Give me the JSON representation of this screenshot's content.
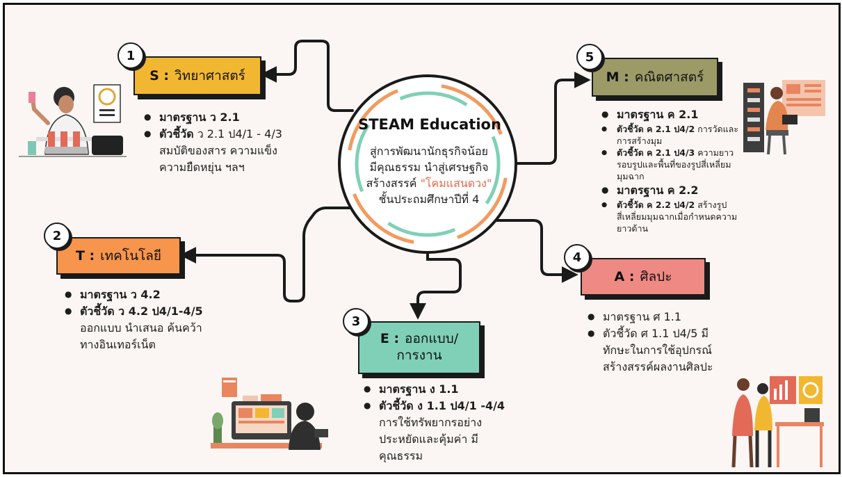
{
  "center": {
    "title": "STEAM Education",
    "line1": "สู่การพัฒนานักธุรกิจน้อย",
    "line2": "มีคุณธรรม นำสู่เศรษฐกิจ",
    "line3_prefix": "สร้างสรรค์ ",
    "line3_highlight": "\"โคมแสนดวง\"",
    "line4": "ชั้นประถมศึกษาปีที่ 4"
  },
  "branches": {
    "s": {
      "number": "1",
      "letter": "S :",
      "name": "วิทยาศาสตร์",
      "color": "#f2b731",
      "b1": "มาตรฐาน ว 2.1",
      "b2_key": "ตัวชี้วัด",
      "b2_text": " ว 2.1 ป4/1 - 4/3 สมบัติของสาร ความแข็ง ความยืดหยุ่น ฯลฯ"
    },
    "t": {
      "number": "2",
      "letter": "T :",
      "name": "เทคโนโลยี",
      "color": "#f7954d",
      "b1_key": "มาตรฐาน",
      "b1_text": " ว 4.2",
      "b2_key": "ตัวชี้วัด ว 4.2 ป4/1-4/5",
      "b2_text": " ออกแบบ นำเสนอ ค้นคว้าทางอินเทอร์เน็ต"
    },
    "e": {
      "number": "3",
      "letter": "E :",
      "name_line1": "ออกแบบ/",
      "name_line2": "การงาน",
      "color": "#7fd0b7",
      "b1_key": "มาตรฐาน ง 1.1",
      "b2_key": "ตัวชี้วัด ง 1.1 ป4/1 -4/4",
      "b2_text": " การใช้ทรัพยากรอย่างประหยัดและคุ้มค่า มีคุณธรรม"
    },
    "a": {
      "number": "4",
      "letter": "A :",
      "name": "ศิลปะ",
      "color": "#ee8a83",
      "b1": "มาตรฐาน ศ 1.1",
      "b2": "ตัวชี้วัด ศ 1.1 ป4/5 มีทักษะในการใช้อุปกรณ์สร้างสรรค์ผลงานศิลปะ"
    },
    "m": {
      "number": "5",
      "letter": "M :",
      "name": "คณิตศาสตร์",
      "color": "#9c9b67",
      "b1_key": "มาตรฐาน ค 2.1",
      "b2_key": "ตัวชี้วัด ค 2.1 ป4/2",
      "b2_text": " การวัดและการสร้างมุม",
      "b3_key": "ตัวชี้วัด ค 2.1 ป4/3",
      "b3_text": " ความยาวรอบรูปและพื้นที่ของรูปสี่เหลี่ยมมุมฉาก",
      "b4_key": "มาตรฐาน ค 2.2",
      "b5_key": "ตัวชี้วัด ค 2.2 ป4/2",
      "b5_text": " สร้างรูปสี่เหลี่ยมมุมฉากเมื่อกำหนดความยาวด้าน"
    }
  },
  "colors": {
    "ring_orange": "#f39a5e",
    "ring_teal": "#7fd0b7",
    "line": "#1a1a1a",
    "frame_bg": "#fbf6f3"
  },
  "icons": [
    "scientist-illustration",
    "math-worker-illustration",
    "designer-computer-illustration",
    "artists-illustration"
  ]
}
